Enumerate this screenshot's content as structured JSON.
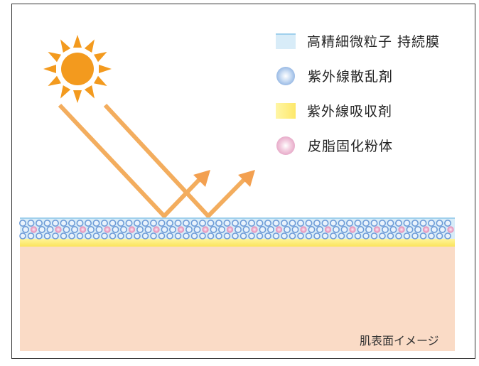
{
  "legend": {
    "items": [
      {
        "label": "高精細微粒子 持続膜",
        "icon": "film-swatch",
        "color": "#d8ecf8"
      },
      {
        "label": "紫外線散乱剤",
        "icon": "blue-sphere",
        "color": "#6d9bd7"
      },
      {
        "label": "紫外線吸収剤",
        "icon": "yellow-swatch",
        "color": "#fde86b"
      },
      {
        "label": "皮脂固化粉体",
        "icon": "pink-sphere",
        "color": "#dd8cb5"
      }
    ]
  },
  "skin": {
    "label": "肌表面イメージ",
    "color": "#fadbc6"
  },
  "colors": {
    "sun": "#f39a1e",
    "ray": "#f3ad5e",
    "film": "#d8ecf8",
    "absorber": "#fdeb72"
  }
}
